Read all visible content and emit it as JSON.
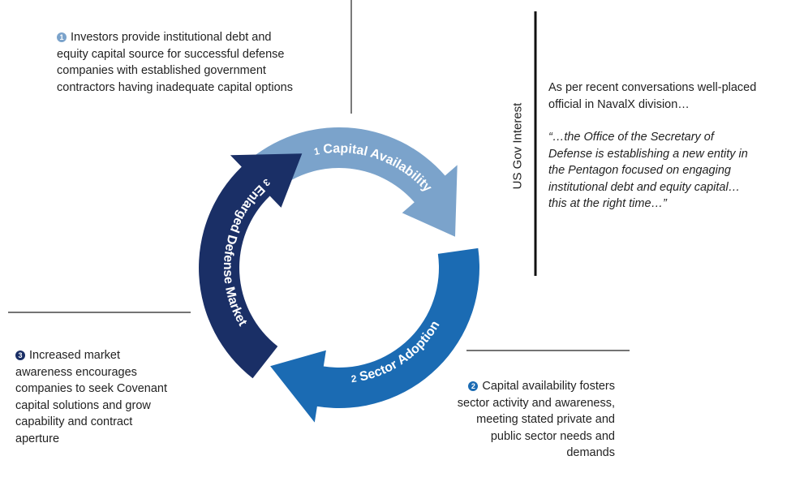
{
  "cycle": {
    "stages": [
      {
        "number": "1",
        "label": "Capital Availability",
        "color": "#7ba3cb"
      },
      {
        "number": "2",
        "label": "Sector Adoption",
        "color": "#1b6bb3"
      },
      {
        "number": "3",
        "label": "Enlarged Defense Market",
        "color": "#1a2f66"
      }
    ]
  },
  "notes": {
    "investors": {
      "bullet": "1",
      "lines": [
        "Investors provide institutional debt and",
        "equity capital source for successful defense",
        "companies with established government",
        "contractors having inadequate capital options"
      ]
    },
    "capital": {
      "bullet": "2",
      "lines": [
        "Capital availability fosters",
        "sector activity and awareness,",
        "meeting stated private and",
        "public sector needs and",
        "demands"
      ]
    },
    "market": {
      "bullet": "3",
      "lines": [
        "Increased market",
        "awareness encourages",
        "companies to seek Covenant",
        "capital solutions and grow",
        "capability and contract",
        "aperture"
      ]
    }
  },
  "us_gov": {
    "label": "US Gov Interest",
    "intro": [
      "As per recent conversations well-placed",
      "official in NavalX division…"
    ],
    "quote": [
      "“…the Office of the Secretary  of",
      "Defense is establishing a new entity in",
      "the Pentagon focused on engaging",
      "institutional debt and equity capital…",
      "this at the right time…”"
    ]
  }
}
